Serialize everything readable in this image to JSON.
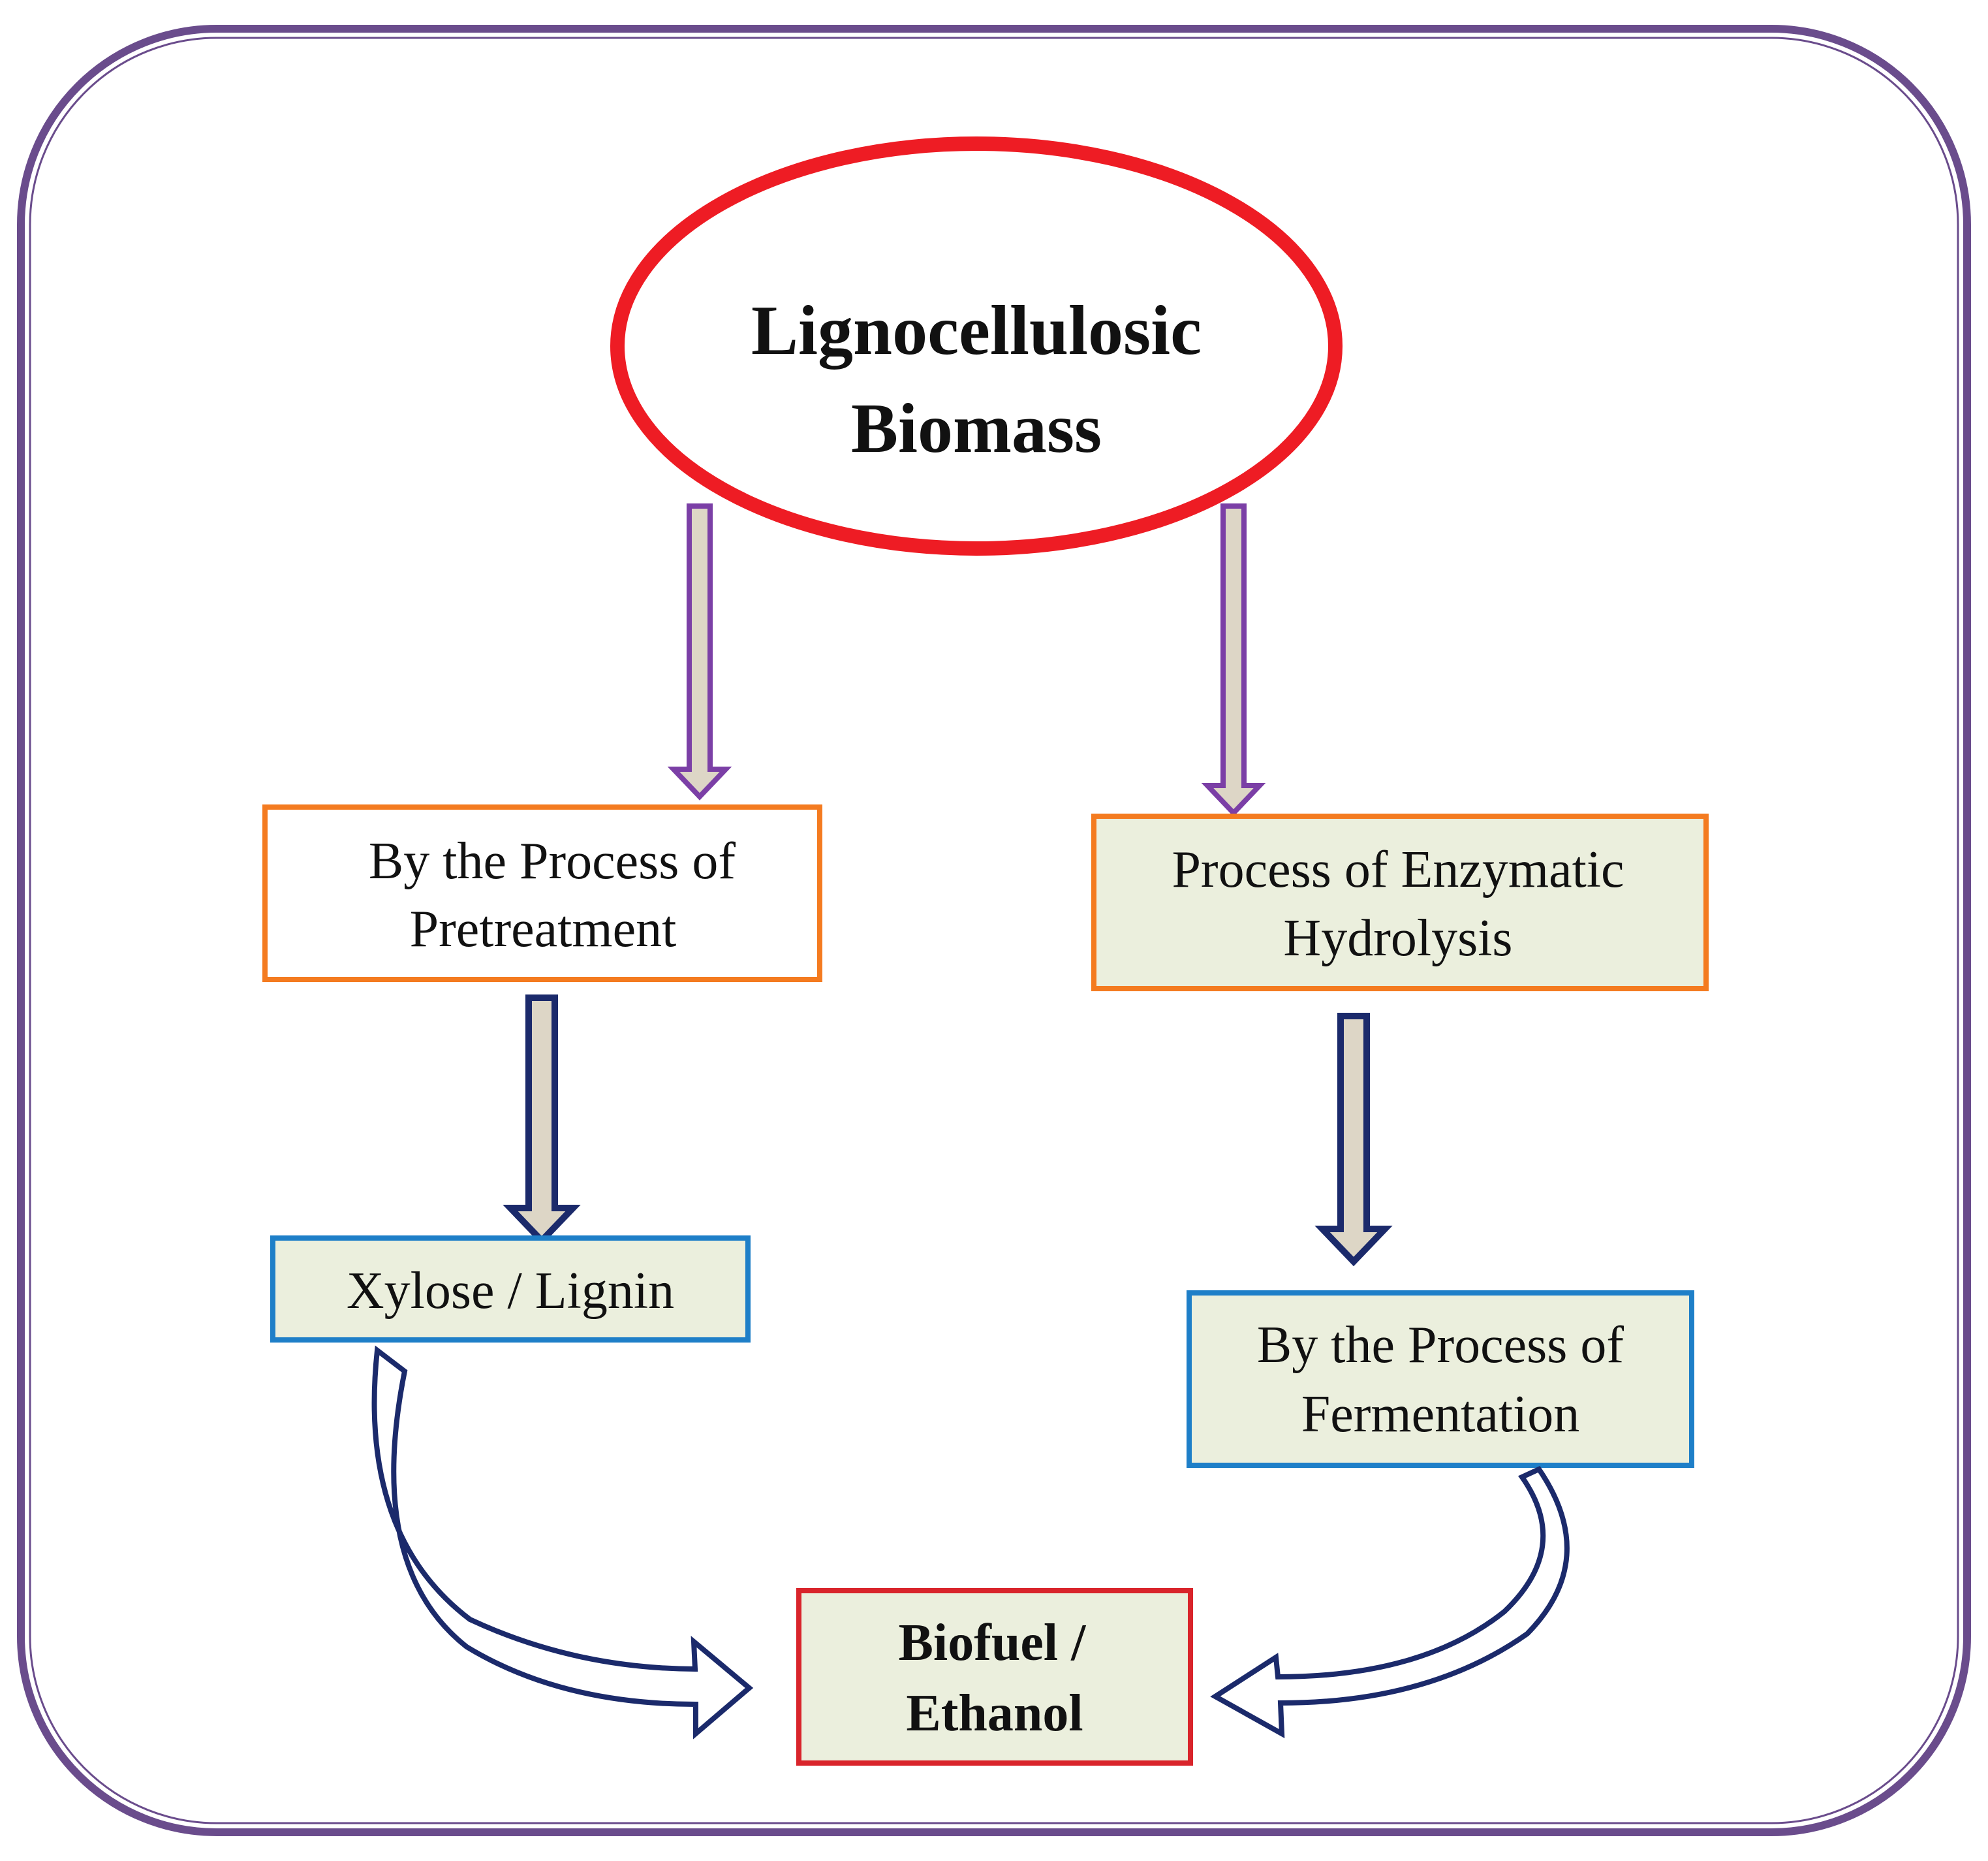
{
  "diagram": {
    "source": {
      "line1": "Lignocellulosic",
      "line2": "Biomass"
    },
    "pretreatment": {
      "line1": "By the Process of",
      "line2": "Pretreatment"
    },
    "hydrolysis": {
      "line1": "Process of Enzymatic",
      "line2": "Hydrolysis"
    },
    "xylose": {
      "label": "Xylose / Lignin"
    },
    "fermentation": {
      "line1": "By the Process of",
      "line2": "Fermentation"
    },
    "product": {
      "line1": "Biofuel /",
      "line2": "Ethanol"
    }
  },
  "colors": {
    "frame": "#6a4c8c",
    "ellipse": "#ee1c24",
    "orange_box": "#f47b20",
    "blue_box": "#1e7fc8",
    "red_box": "#d9242b",
    "box_fill": "#ebefdd",
    "arrow_fill": "#ddd6c6",
    "arrow_purple": "#7b3fa6",
    "arrow_navy": "#1b2a6b"
  }
}
